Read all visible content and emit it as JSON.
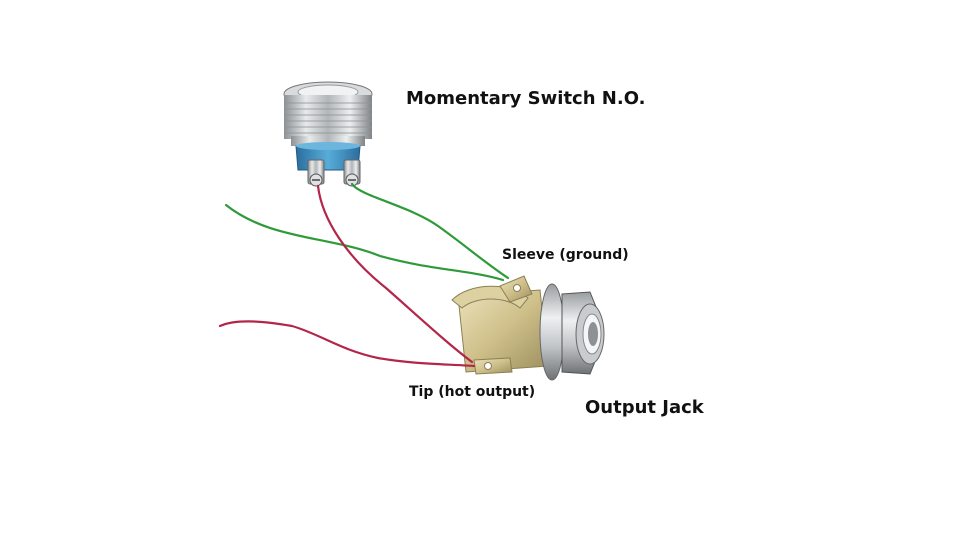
{
  "labels": {
    "switch": "Momentary Switch N.O.",
    "sleeve": "Sleeve (ground)",
    "tip": "Tip (hot output)",
    "jack": "Output Jack"
  },
  "colors": {
    "background": "#ffffff",
    "ground_wire": "#2e9a3a",
    "hot_wire": "#b3264a",
    "switch_insulator": "#3f8fc4",
    "jack_lug": "#cfc08a",
    "metal": "#b9bcbf"
  },
  "icons": {
    "switch": "momentary-pushbutton-switch-icon",
    "jack": "quarter-inch-output-jack-icon"
  }
}
